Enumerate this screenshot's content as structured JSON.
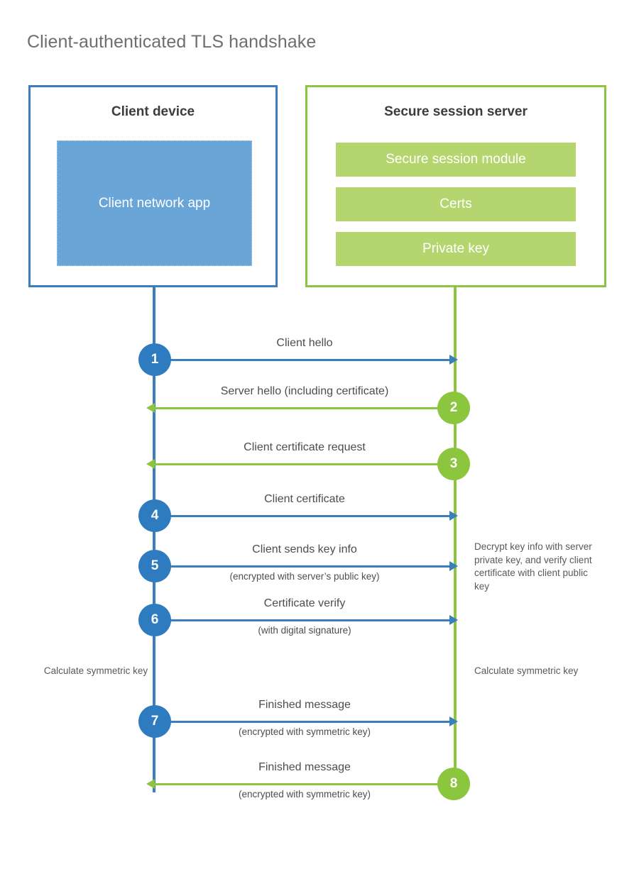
{
  "title": "Client-authenticated TLS handshake",
  "colors": {
    "client_blue": "#3b7ec0",
    "client_badge_blue": "#2e7cbf",
    "client_app_fill": "#6aa5d8",
    "server_green": "#8cc63e",
    "server_module_fill": "#b5d66f",
    "title_gray": "#6d6e71",
    "text_gray": "#4d4d4d",
    "background": "#ffffff"
  },
  "client": {
    "title": "Client device",
    "app_label": "Client network app"
  },
  "server": {
    "title": "Secure session server",
    "modules": [
      {
        "label": "Secure session module"
      },
      {
        "label": "Certs"
      },
      {
        "label": "Private key"
      }
    ]
  },
  "messages": [
    {
      "step": "1",
      "label": "Client hello",
      "sublabel": "",
      "direction": "to-server",
      "badge_side": "client"
    },
    {
      "step": "2",
      "label": "Server hello (including certificate)",
      "sublabel": "",
      "direction": "to-client",
      "badge_side": "server"
    },
    {
      "step": "3",
      "label": "Client certificate request",
      "sublabel": "",
      "direction": "to-client",
      "badge_side": "server"
    },
    {
      "step": "4",
      "label": "Client certificate",
      "sublabel": "",
      "direction": "to-server",
      "badge_side": "client"
    },
    {
      "step": "5",
      "label": "Client sends key info",
      "sublabel": "(encrypted with server’s public key)",
      "direction": "to-server",
      "badge_side": "client"
    },
    {
      "step": "6",
      "label": "Certificate verify",
      "sublabel": "(with digital signature)",
      "direction": "to-server",
      "badge_side": "client"
    },
    {
      "step": "7",
      "label": "Finished message",
      "sublabel": "(encrypted with symmetric key)",
      "direction": "to-server",
      "badge_side": "client"
    },
    {
      "step": "8",
      "label": "Finished message",
      "sublabel": "(encrypted with symmetric key)",
      "direction": "to-client",
      "badge_side": "server"
    }
  ],
  "notes": {
    "server_decrypt": "Decrypt key info with server private key, and verify client certificate with client public key",
    "client_symmetric": "Calculate symmetric key",
    "server_symmetric": "Calculate symmetric key"
  }
}
